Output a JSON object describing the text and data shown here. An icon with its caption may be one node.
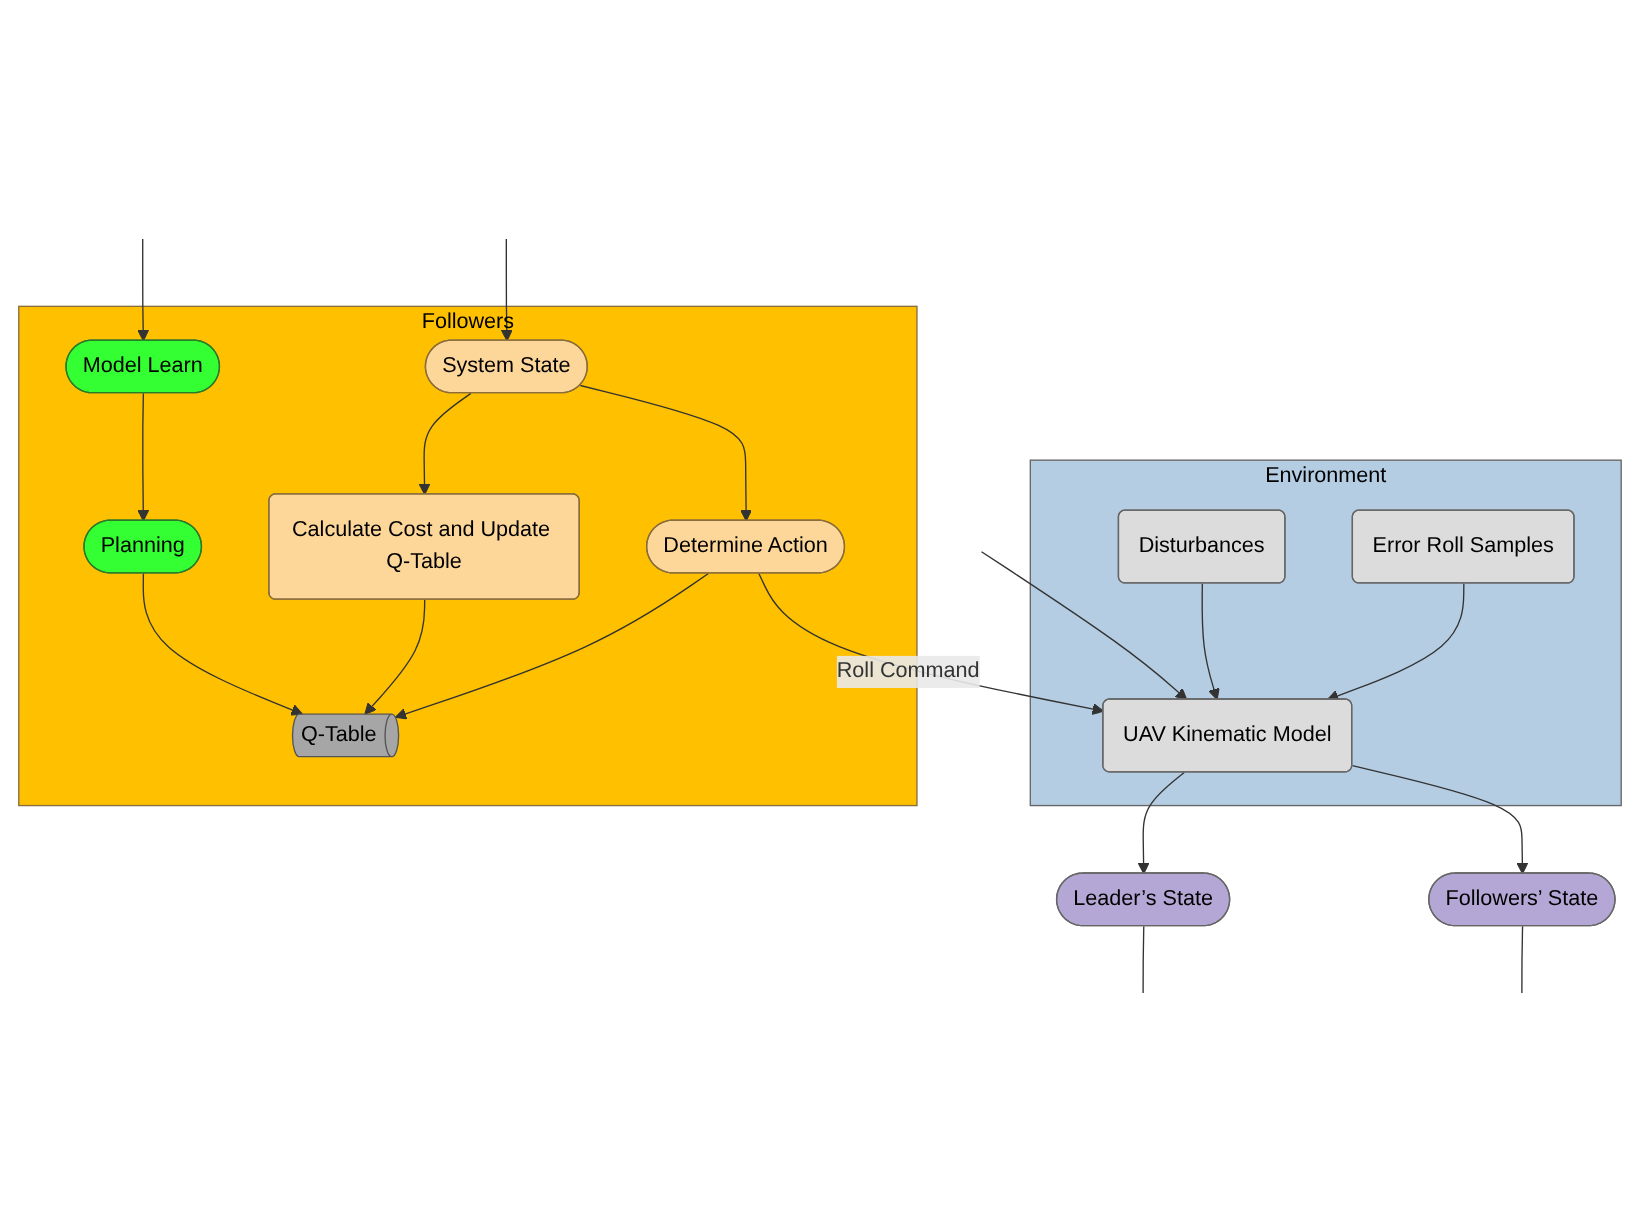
{
  "diagram": {
    "nodes": [
      {
        "text": [
          "Environment"
        ]
      },
      {
        "text": [
          "Error Roll Samples"
        ],
        "in": 0
      },
      {
        "text": [
          "Disturbances"
        ],
        "in": 0
      },
      {
        "text": [
          "UAV Kinematic Model"
        ],
        "in": 0
      },
      {
        "text": [
          "Leader’s State"
        ]
      },
      {
        "text": [
          "Followers’ State"
        ]
      },
      {
        "text": [
          "Followers"
        ]
      },
      {
        "text": [
          "Determine Action"
        ],
        "in": 6
      },
      {
        "text": [
          "System State"
        ],
        "in": 6
      },
      {
        "text": [
          "Q-Table"
        ],
        "in": 6
      },
      {
        "text": [
          "Calculate Cost and Update Q-Table"
        ],
        "in": 6
      },
      {
        "text": [
          "Planning"
        ],
        "in": 6
      },
      {
        "text": [
          "Model Learn"
        ],
        "in": 6
      }
    ],
    "edges": [
      {
        "from": 1,
        "to": 3,
        "arrow": "to"
      },
      {
        "from": 2,
        "to": 3,
        "arrow": "to"
      },
      {
        "from": 3,
        "to": 4,
        "arrow": "to"
      },
      {
        "from": 3,
        "to": 5,
        "arrow": "to"
      },
      {
        "from": 4,
        "to": null,
        "arrow": "none"
      },
      {
        "from": 5,
        "to": null,
        "arrow": "none"
      },
      {
        "from": null,
        "to": 3,
        "arrow": "to"
      },
      {
        "from": 7,
        "to": 3,
        "arrow": "to",
        "label": "Roll Command"
      },
      {
        "from": null,
        "to": 8,
        "arrow": "to"
      },
      {
        "from": null,
        "to": 12,
        "arrow": "to"
      },
      {
        "from": 8,
        "to": 7,
        "arrow": "to"
      },
      {
        "from": 7,
        "to": 9,
        "arrow": "to"
      },
      {
        "from": 8,
        "to": 10,
        "arrow": "to"
      },
      {
        "from": 10,
        "to": 9,
        "arrow": "to"
      },
      {
        "from": 11,
        "to": 9,
        "arrow": "to"
      },
      {
        "from": 12,
        "to": 11,
        "arrow": "to"
      }
    ]
  }
}
